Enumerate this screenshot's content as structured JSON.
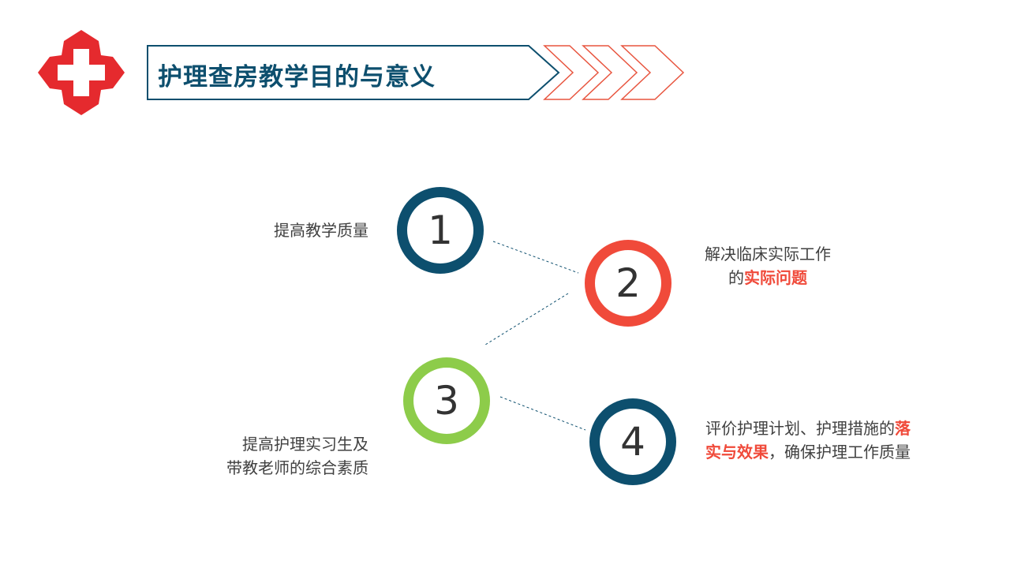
{
  "title": "护理查房教学目的与意义",
  "colors": {
    "navy": "#0d4f6e",
    "red": "#f04a3a",
    "green": "#8dcc4a",
    "logo_red": "#e52a2e"
  },
  "items": [
    {
      "number": "1",
      "text": "提高教学质量"
    },
    {
      "number": "2",
      "line1": "解决临床实际工作",
      "line2_pre": "的",
      "line2_hl": "实际问题"
    },
    {
      "number": "3",
      "line1": "提高护理实习生及",
      "line2": "带教老师的综合素质"
    },
    {
      "number": "4",
      "line1_pre": "评价护理计划、护理措施的",
      "line1_hl": "落",
      "line2_hl": "实与效果",
      "line2_post": "，确保护理工作质量"
    }
  ]
}
